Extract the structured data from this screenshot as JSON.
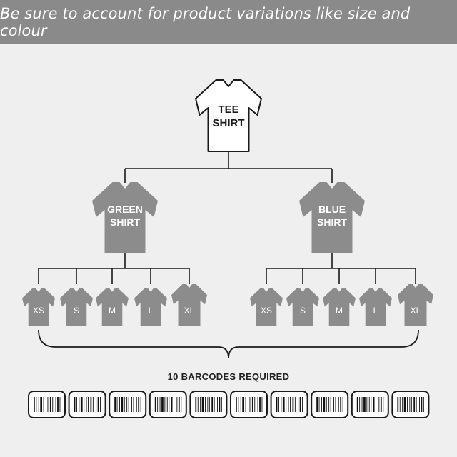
{
  "header": {
    "title": "Be sure to account for product variations like size and colour"
  },
  "root": {
    "line1": "TEE",
    "line2": "SHIRT"
  },
  "colors": [
    {
      "line1": "GREEN",
      "line2": "SHIRT",
      "sizes": [
        "XS",
        "S",
        "M",
        "L",
        "XL"
      ]
    },
    {
      "line1": "BLUE",
      "line2": "SHIRT",
      "sizes": [
        "XS",
        "S",
        "M",
        "L",
        "XL"
      ]
    }
  ],
  "caption": "10 BARCODES REQUIRED",
  "barcode_count": 10,
  "palette": {
    "background": "#efefef",
    "header": "#8a8a8a",
    "shirt_grey": "#8c8c8c",
    "line": "#1a1a1a"
  }
}
